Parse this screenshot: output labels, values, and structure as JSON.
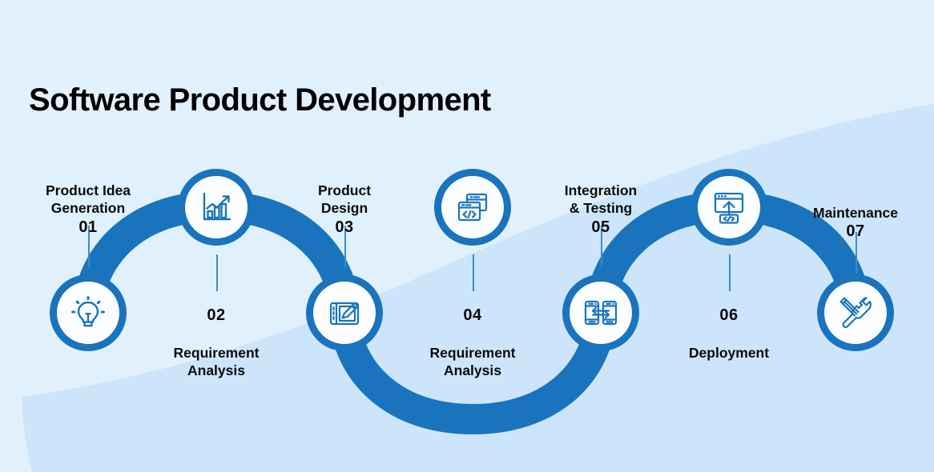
{
  "title": "Software Product Development",
  "colors": {
    "background_light": "#e3f1fd",
    "background_blob": "#cde5fa",
    "ribbon_blue": "#1a74bd",
    "node_fill": "#fdfeff",
    "stem_line": "#3a8ccb",
    "text": "#0b0b0b"
  },
  "steps": [
    {
      "number": "01",
      "label": "Product Idea\nGeneration",
      "icon": "lightbulb-icon",
      "position": "bottom"
    },
    {
      "number": "02",
      "label": "Requirement\nAnalysis",
      "icon": "bar-chart-growth-icon",
      "position": "top"
    },
    {
      "number": "03",
      "label": "Product\nDesign",
      "icon": "drawing-tablet-stylus-icon",
      "position": "bottom"
    },
    {
      "number": "04",
      "label": "Requirement\nAnalysis",
      "icon": "code-windows-icon",
      "position": "top"
    },
    {
      "number": "05",
      "label": "Integration\n& Testing",
      "icon": "device-sync-icon",
      "position": "bottom"
    },
    {
      "number": "06",
      "label": "Deployment",
      "icon": "browser-upload-code-icon",
      "position": "top"
    },
    {
      "number": "07",
      "label": "Maintenance",
      "icon": "wrench-screwdriver-icon",
      "position": "bottom"
    }
  ]
}
